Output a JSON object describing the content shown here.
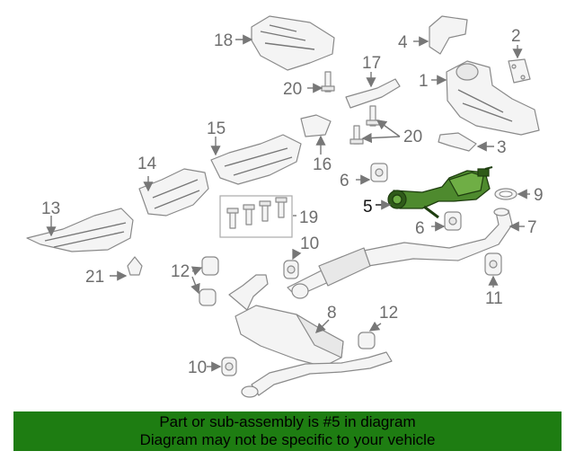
{
  "callouts": [
    {
      "id": "c18",
      "label": "18"
    },
    {
      "id": "c4",
      "label": "4"
    },
    {
      "id": "c2",
      "label": "2"
    },
    {
      "id": "c1",
      "label": "1"
    },
    {
      "id": "c17",
      "label": "17"
    },
    {
      "id": "c20a",
      "label": "20"
    },
    {
      "id": "c20b",
      "label": "20"
    },
    {
      "id": "c3",
      "label": "3"
    },
    {
      "id": "c15",
      "label": "15"
    },
    {
      "id": "c16",
      "label": "16"
    },
    {
      "id": "c14",
      "label": "14"
    },
    {
      "id": "c6a",
      "label": "6"
    },
    {
      "id": "c9",
      "label": "9"
    },
    {
      "id": "c5",
      "label": "5"
    },
    {
      "id": "c13",
      "label": "13"
    },
    {
      "id": "c19",
      "label": "19"
    },
    {
      "id": "c6b",
      "label": "6"
    },
    {
      "id": "c7",
      "label": "7"
    },
    {
      "id": "c10a",
      "label": "10"
    },
    {
      "id": "c21",
      "label": "21"
    },
    {
      "id": "c12a",
      "label": "12"
    },
    {
      "id": "c11",
      "label": "11"
    },
    {
      "id": "c8",
      "label": "8"
    },
    {
      "id": "c12b",
      "label": "12"
    },
    {
      "id": "c10b",
      "label": "10"
    }
  ],
  "highlight": {
    "part_number": "5",
    "color": "#4e8a2e"
  },
  "banner": {
    "line1": "Part or sub-assembly is #5 in diagram",
    "line2": "Diagram may not be specific to your vehicle",
    "background": "#1e7d12"
  }
}
